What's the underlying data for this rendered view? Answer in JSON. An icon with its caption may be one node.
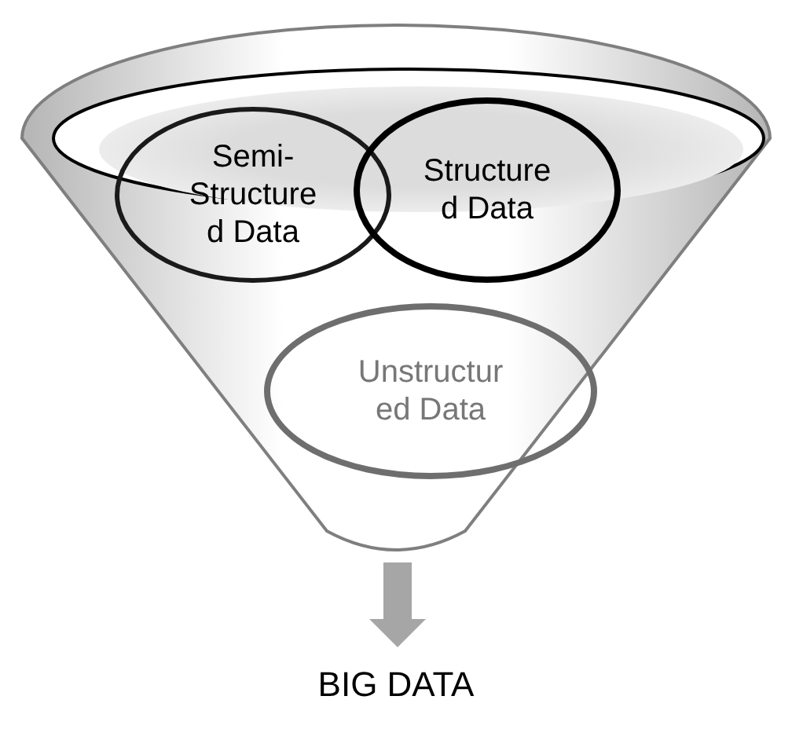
{
  "diagram": {
    "nodes": [
      {
        "text": [],
        "shape": "funnel"
      },
      {
        "text": [
          "Semi-Structured Data"
        ],
        "in": 0
      },
      {
        "text": [
          "Structured Data"
        ],
        "in": 0
      },
      {
        "text": [
          "Unstructured Data"
        ],
        "in": 0
      },
      {
        "text": [
          "BIG DATA"
        ]
      }
    ],
    "edges": [
      {
        "from": 0,
        "to": 4,
        "arrow": "to",
        "color": "#a6a6a6"
      }
    ]
  }
}
